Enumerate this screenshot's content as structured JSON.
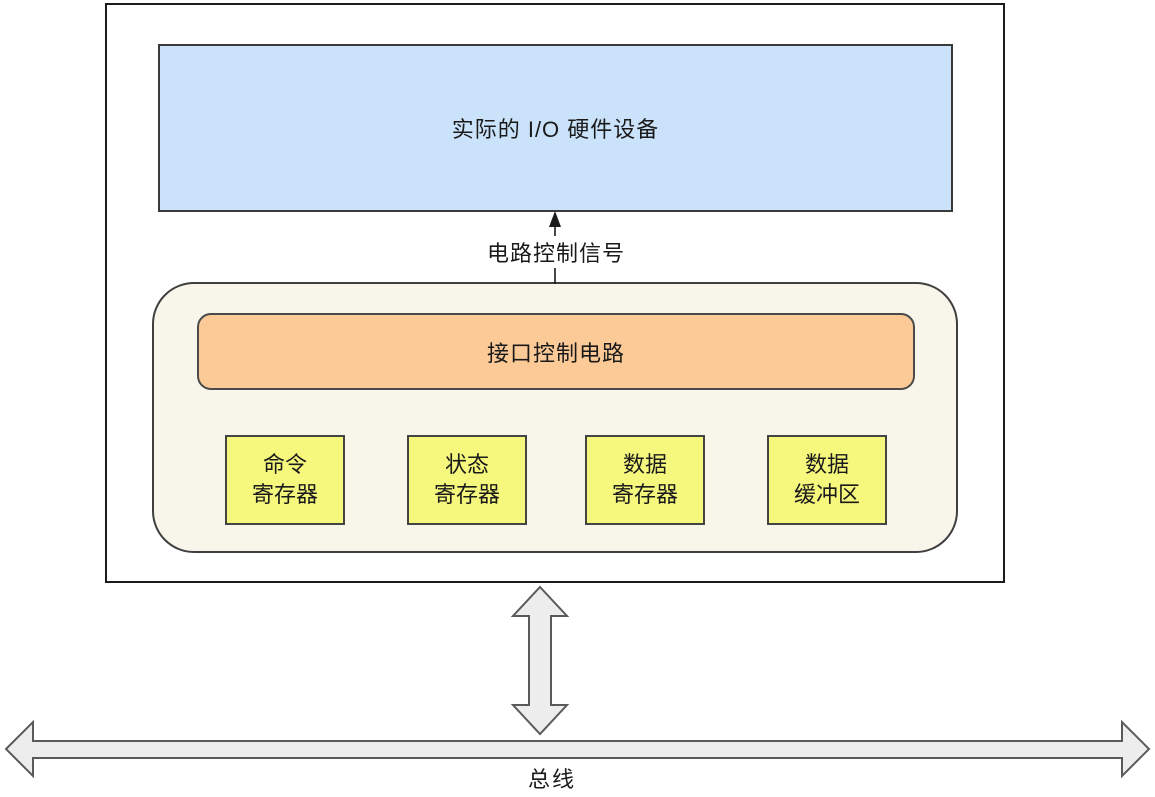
{
  "diagram": {
    "hardware_box": {
      "label": "实际的 I/O 硬件设备"
    },
    "control_signal": {
      "label": "电路控制信号"
    },
    "interface_circuit": {
      "label": "接口控制电路"
    },
    "registers": [
      {
        "line1": "命令",
        "line2": "寄存器"
      },
      {
        "line1": "状态",
        "line2": "寄存器"
      },
      {
        "line1": "数据",
        "line2": "寄存器"
      },
      {
        "line1": "数据",
        "line2": "缓冲区"
      }
    ],
    "bus": {
      "label": "总线"
    },
    "colors": {
      "hardware_fill": "#cbe3fa",
      "container_fill": "#f8f6eb",
      "circuit_fill": "#fcca96",
      "register_fill": "#f6f87e",
      "arrow_fill": "#ededed",
      "arrow_stroke": "#5a5a5a",
      "line_color": "#1a1a1a",
      "border": "#333333"
    }
  }
}
